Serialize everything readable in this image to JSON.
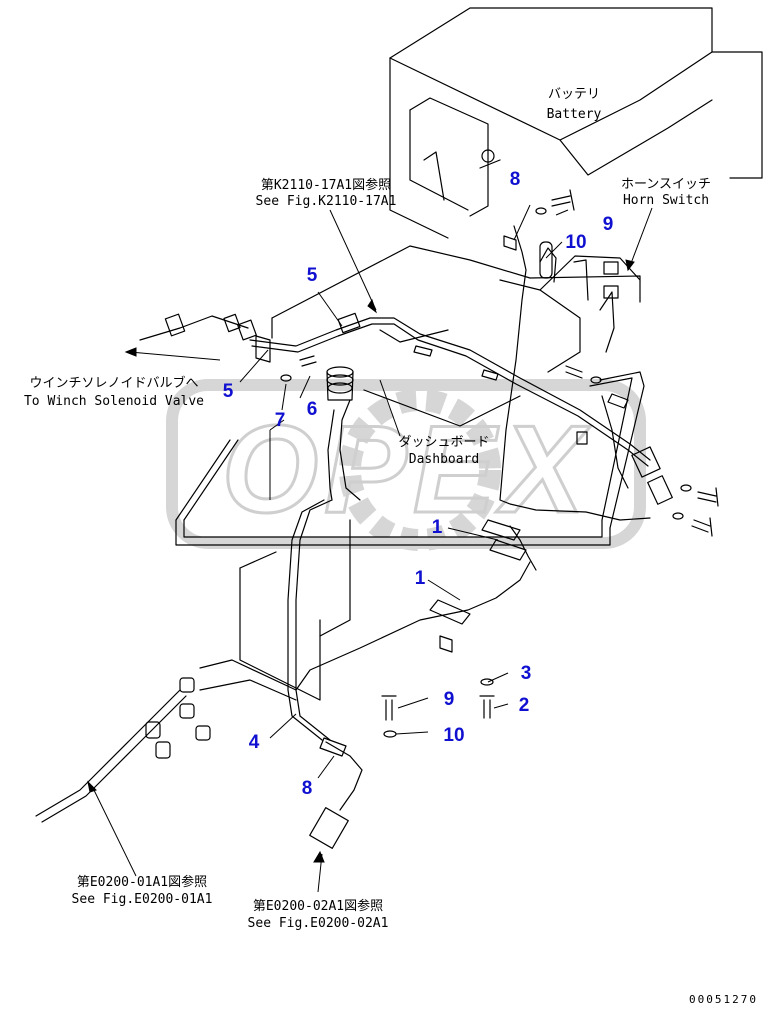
{
  "diagram": {
    "colors": {
      "line": "#000000",
      "callout": "#1010d0",
      "watermark": "#d6d6d6"
    },
    "watermark_text": "OPEX",
    "labels": {
      "battery_jp": "バッテリ",
      "battery_en": "Battery",
      "horn_switch_jp": "ホーンスイッチ",
      "horn_switch_en": "Horn Switch",
      "k2110_jp": "第K2110-17A1図参照",
      "k2110_en": "See Fig.K2110-17A1",
      "winch_jp": "ウインチソレノイドバルブへ",
      "winch_en": "To Winch Solenoid Valve",
      "dashboard_jp": "ダッシュボード",
      "dashboard_en": "Dashboard",
      "e0200_01_jp": "第E0200-01A1図参照",
      "e0200_01_en": "See Fig.E0200-01A1",
      "e0200_02_jp": "第E0200-02A1図参照",
      "e0200_02_en": "See Fig.E0200-02A1",
      "drawing_number": "00051270"
    },
    "callouts": {
      "c8_top": "8",
      "c9_top": "9",
      "c10_top": "10",
      "c5_top": "5",
      "c5_left": "5",
      "c6": "6",
      "c7": "7",
      "c1_upper": "1",
      "c1_lower": "1",
      "c3": "3",
      "c2": "2",
      "c9_bottom": "9",
      "c10_bottom": "10",
      "c4": "4",
      "c8_bottom": "8"
    }
  }
}
